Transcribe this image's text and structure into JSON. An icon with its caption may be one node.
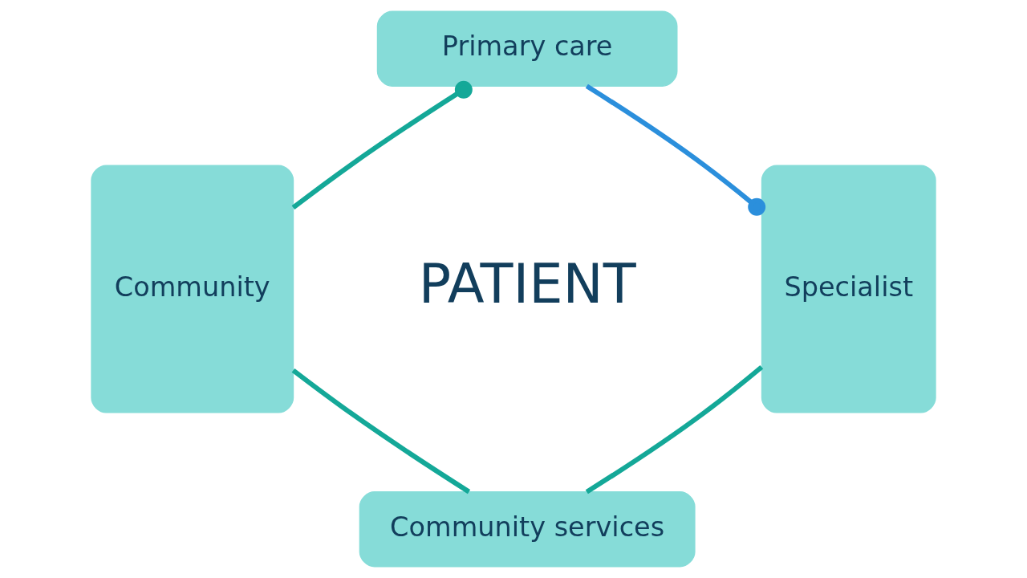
{
  "diagram": {
    "nodes": [
      {
        "text": [
          "Primary care"
        ]
      },
      {
        "text": [
          "Community"
        ]
      },
      {
        "text": [
          "Specialist"
        ]
      },
      {
        "text": [
          "Community services"
        ]
      }
    ],
    "edges": [
      {
        "from": 1,
        "to": 0,
        "arrow": "other"
      },
      {
        "from": 0,
        "to": 2,
        "arrow": "other",
        "color": "#2b8fdc"
      },
      {
        "from": 2,
        "to": 3,
        "arrow": "none"
      },
      {
        "from": 1,
        "to": 3,
        "arrow": "none"
      }
    ],
    "labels": [
      "PATIENT"
    ]
  }
}
